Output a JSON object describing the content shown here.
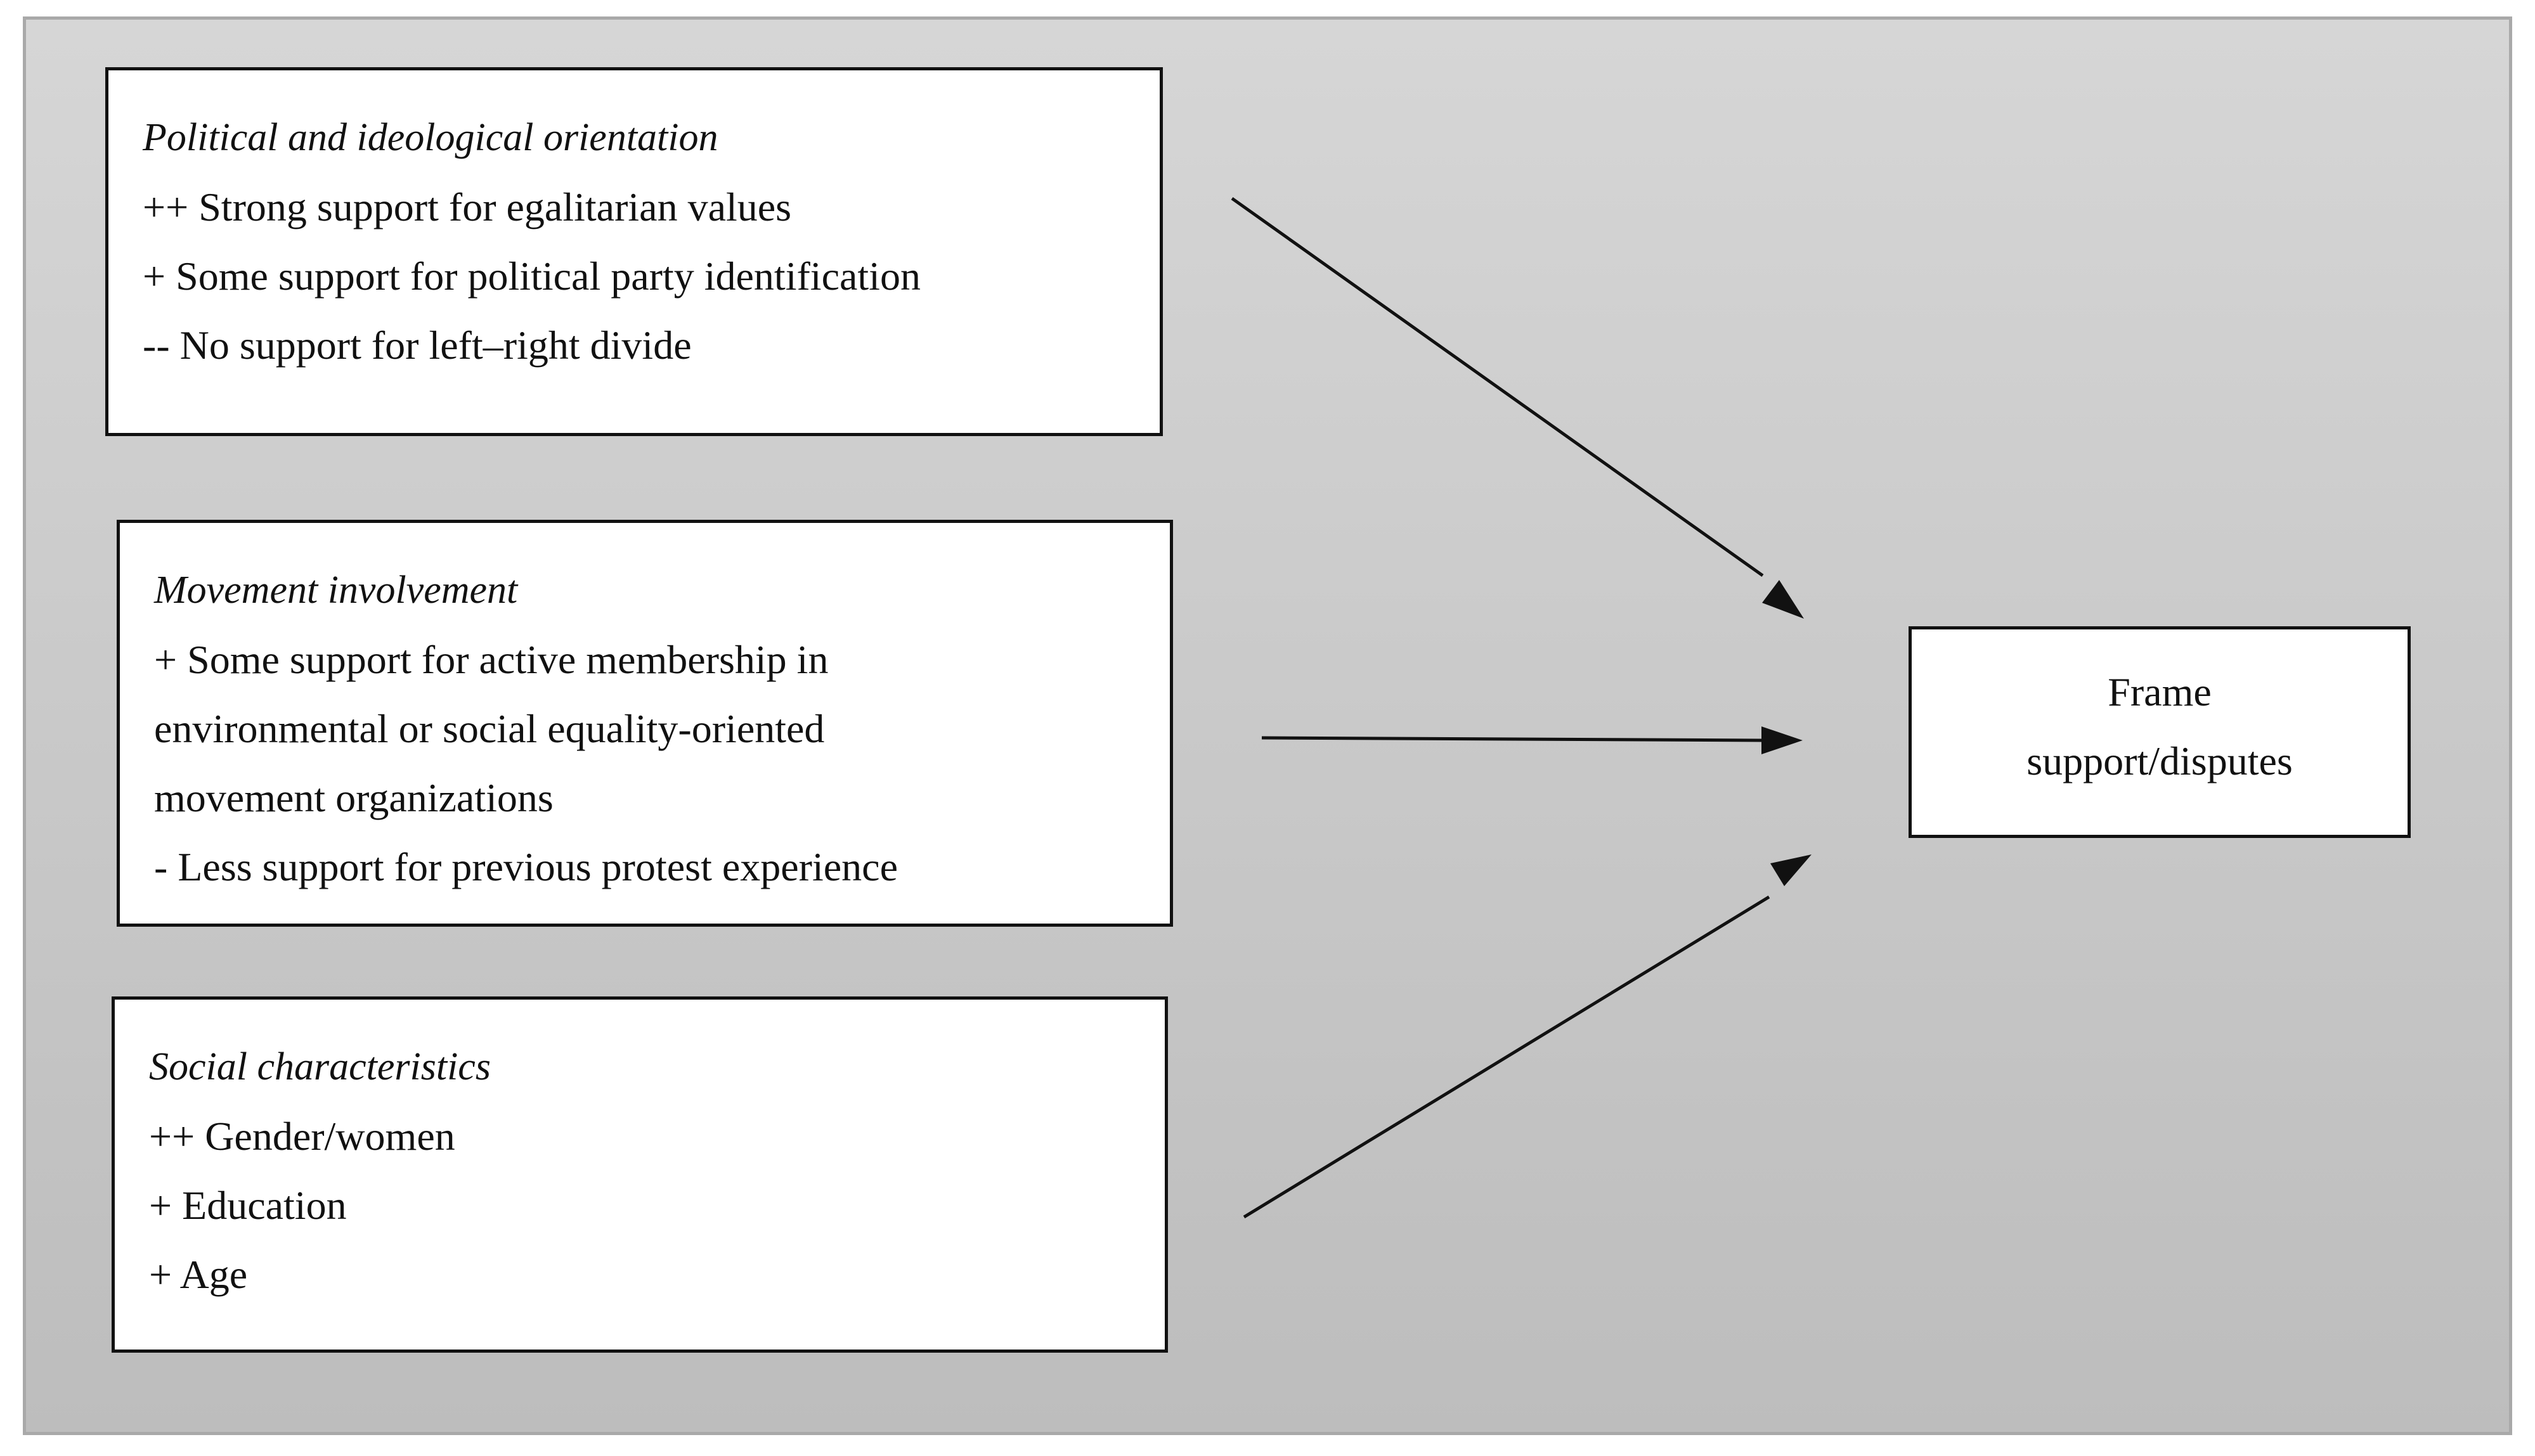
{
  "boxes": {
    "political": {
      "title": "Political and ideological orientation",
      "lines": [
        "++ Strong support for egalitarian values",
        "+ Some support for political party identification",
        "-- No support for left–right divide"
      ]
    },
    "movement": {
      "title": "Movement involvement",
      "lines": [
        "+ Some support for active membership in",
        "environmental or social equality-oriented",
        "movement organizations",
        "- Less support for previous protest experience"
      ]
    },
    "social": {
      "title": "Social characteristics",
      "lines": [
        "++ Gender/women",
        "+ Education",
        "+ Age"
      ]
    },
    "frame": {
      "lines": [
        "Frame",
        "support/disputes"
      ]
    }
  },
  "colors": {
    "background_top": "#d6d6d6",
    "background_bottom": "#bdbdbd",
    "box_fill": "#ffffff",
    "stroke": "#111111"
  }
}
